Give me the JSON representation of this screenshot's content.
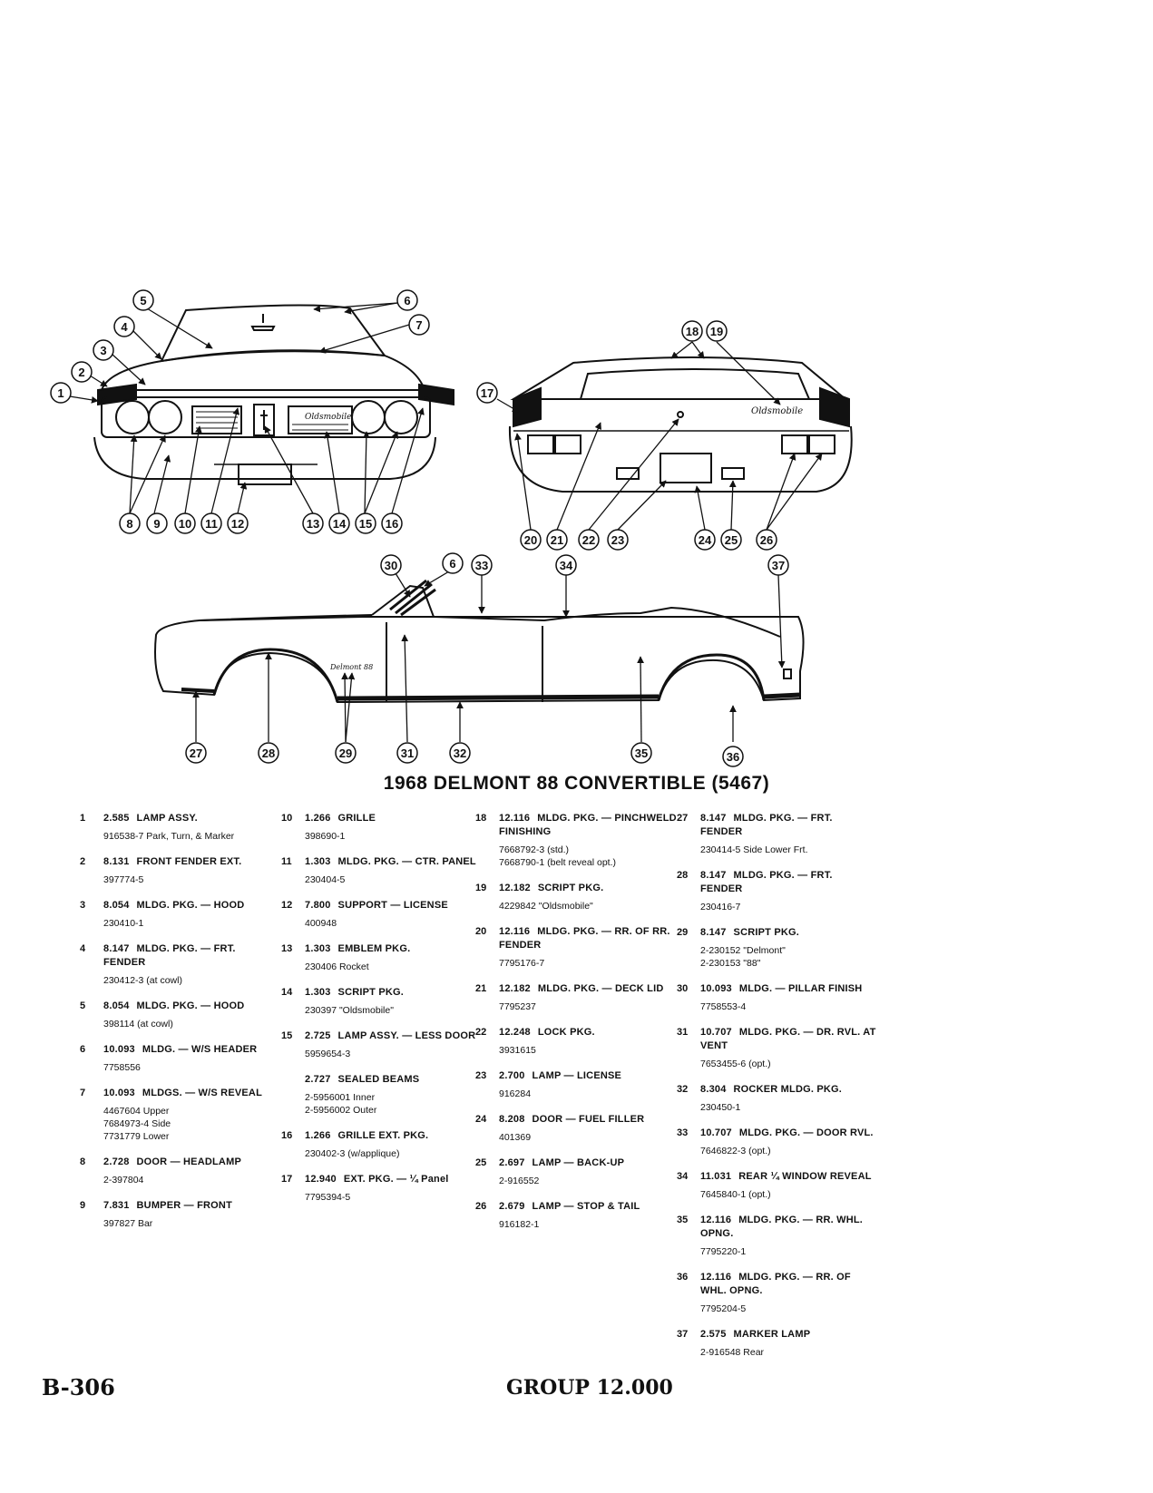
{
  "title": "1968 DELMONT 88 CONVERTIBLE (5467)",
  "footer": {
    "page_number": "B-306",
    "group": "GROUP 12.000"
  },
  "callouts": {
    "front": [
      "1",
      "2",
      "3",
      "4",
      "5",
      "6",
      "7",
      "8",
      "9",
      "10",
      "11",
      "12",
      "13",
      "14",
      "15",
      "16"
    ],
    "rear": [
      "17",
      "18",
      "19",
      "20",
      "21",
      "22",
      "23",
      "24",
      "25",
      "26"
    ],
    "side": [
      "30",
      "6",
      "33",
      "34",
      "37",
      "27",
      "28",
      "29",
      "31",
      "32",
      "35",
      "36"
    ]
  },
  "badges": {
    "front_grille_script": "Oldsmobile",
    "rear_deck_script": "Oldsmobile",
    "side_script": "Delmont 88"
  },
  "legend": {
    "col1": [
      {
        "num": "1",
        "code": "2.585",
        "desc": "LAMP ASSY.",
        "parts": [
          "916538-7 Park, Turn, & Marker"
        ]
      },
      {
        "num": "2",
        "code": "8.131",
        "desc": "FRONT FENDER EXT.",
        "parts": [
          "397774-5"
        ]
      },
      {
        "num": "3",
        "code": "8.054",
        "desc": "MLDG. PKG. — HOOD",
        "parts": [
          "230410-1"
        ]
      },
      {
        "num": "4",
        "code": "8.147",
        "desc": "MLDG. PKG. — FRT. FENDER",
        "parts": [
          "230412-3 (at cowl)"
        ]
      },
      {
        "num": "5",
        "code": "8.054",
        "desc": "MLDG. PKG. — HOOD",
        "parts": [
          "398114 (at cowl)"
        ]
      },
      {
        "num": "6",
        "code": "10.093",
        "desc": "MLDG. — W/S HEADER",
        "parts": [
          "7758556"
        ]
      },
      {
        "num": "7",
        "code": "10.093",
        "desc": "MLDGS. — W/S REVEAL",
        "parts": [
          "4467604 Upper",
          "7684973-4 Side",
          "7731779 Lower"
        ]
      },
      {
        "num": "8",
        "code": "2.728",
        "desc": "DOOR — HEADLAMP",
        "parts": [
          "2-397804"
        ]
      },
      {
        "num": "9",
        "code": "7.831",
        "desc": "BUMPER — FRONT",
        "parts": [
          "397827 Bar"
        ]
      }
    ],
    "col2": [
      {
        "num": "10",
        "code": "1.266",
        "desc": "GRILLE",
        "parts": [
          "398690-1"
        ]
      },
      {
        "num": "11",
        "code": "1.303",
        "desc": "MLDG. PKG. — CTR. PANEL",
        "parts": [
          "230404-5"
        ]
      },
      {
        "num": "12",
        "code": "7.800",
        "desc": "SUPPORT — LICENSE",
        "parts": [
          "400948"
        ]
      },
      {
        "num": "13",
        "code": "1.303",
        "desc": "EMBLEM PKG.",
        "parts": [
          "230406 Rocket"
        ]
      },
      {
        "num": "14",
        "code": "1.303",
        "desc": "SCRIPT PKG.",
        "parts": [
          "230397 \"Oldsmobile\""
        ]
      },
      {
        "num": "15",
        "code": "2.725",
        "desc": "LAMP ASSY. — LESS DOOR",
        "parts": [
          "5959654-3"
        ]
      },
      {
        "num": "",
        "code": "2.727",
        "desc": "SEALED BEAMS",
        "parts": [
          "2-5956001 Inner",
          "2-5956002 Outer"
        ]
      },
      {
        "num": "16",
        "code": "1.266",
        "desc": "GRILLE EXT. PKG.",
        "parts": [
          "230402-3 (w/applique)"
        ]
      },
      {
        "num": "17",
        "code": "12.940",
        "desc": "EXT. PKG. — ¼ Panel",
        "parts": [
          "7795394-5"
        ]
      }
    ],
    "col3": [
      {
        "num": "18",
        "code": "12.116",
        "desc": "MLDG. PKG. — PINCHWELD FINISHING",
        "parts": [
          "7668792-3 (std.)",
          "7668790-1 (belt reveal opt.)"
        ]
      },
      {
        "num": "19",
        "code": "12.182",
        "desc": "SCRIPT PKG.",
        "parts": [
          "4229842 \"Oldsmobile\""
        ]
      },
      {
        "num": "20",
        "code": "12.116",
        "desc": "MLDG. PKG. — RR. OF RR. FENDER",
        "parts": [
          "7795176-7"
        ]
      },
      {
        "num": "21",
        "code": "12.182",
        "desc": "MLDG. PKG. — DECK LID",
        "parts": [
          "7795237"
        ]
      },
      {
        "num": "22",
        "code": "12.248",
        "desc": "LOCK PKG.",
        "parts": [
          "3931615"
        ]
      },
      {
        "num": "23",
        "code": "2.700",
        "desc": "LAMP — LICENSE",
        "parts": [
          "916284"
        ]
      },
      {
        "num": "24",
        "code": "8.208",
        "desc": "DOOR — FUEL FILLER",
        "parts": [
          "401369"
        ]
      },
      {
        "num": "25",
        "code": "2.697",
        "desc": "LAMP — BACK-UP",
        "parts": [
          "2-916552"
        ]
      },
      {
        "num": "26",
        "code": "2.679",
        "desc": "LAMP — STOP & TAIL",
        "parts": [
          "916182-1"
        ]
      }
    ],
    "col4": [
      {
        "num": "27",
        "code": "8.147",
        "desc": "MLDG. PKG. — FRT. FENDER",
        "parts": [
          "230414-5 Side Lower Frt."
        ]
      },
      {
        "num": "28",
        "code": "8.147",
        "desc": "MLDG. PKG. — FRT. FENDER",
        "parts": [
          "230416-7"
        ]
      },
      {
        "num": "29",
        "code": "8.147",
        "desc": "SCRIPT PKG.",
        "parts": [
          "2-230152 \"Delmont\"",
          "2-230153 \"88\""
        ]
      },
      {
        "num": "30",
        "code": "10.093",
        "desc": "MLDG. — PILLAR FINISH",
        "parts": [
          "7758553-4"
        ]
      },
      {
        "num": "31",
        "code": "10.707",
        "desc": "MLDG. PKG. — DR. RVL. AT VENT",
        "parts": [
          "7653455-6 (opt.)"
        ]
      },
      {
        "num": "32",
        "code": "8.304",
        "desc": "ROCKER MLDG. PKG.",
        "parts": [
          "230450-1"
        ]
      },
      {
        "num": "33",
        "code": "10.707",
        "desc": "MLDG. PKG. — DOOR RVL.",
        "parts": [
          "7646822-3 (opt.)"
        ]
      },
      {
        "num": "34",
        "code": "11.031",
        "desc": "REAR ¼ WINDOW REVEAL",
        "parts": [
          "7645840-1 (opt.)"
        ]
      },
      {
        "num": "35",
        "code": "12.116",
        "desc": "MLDG. PKG. — RR. WHL. OPNG.",
        "parts": [
          "7795220-1"
        ]
      },
      {
        "num": "36",
        "code": "12.116",
        "desc": "MLDG. PKG. — RR. OF WHL. OPNG.",
        "parts": [
          "7795204-5"
        ]
      },
      {
        "num": "37",
        "code": "2.575",
        "desc": "MARKER LAMP",
        "parts": [
          "2-916548 Rear"
        ]
      }
    ]
  }
}
